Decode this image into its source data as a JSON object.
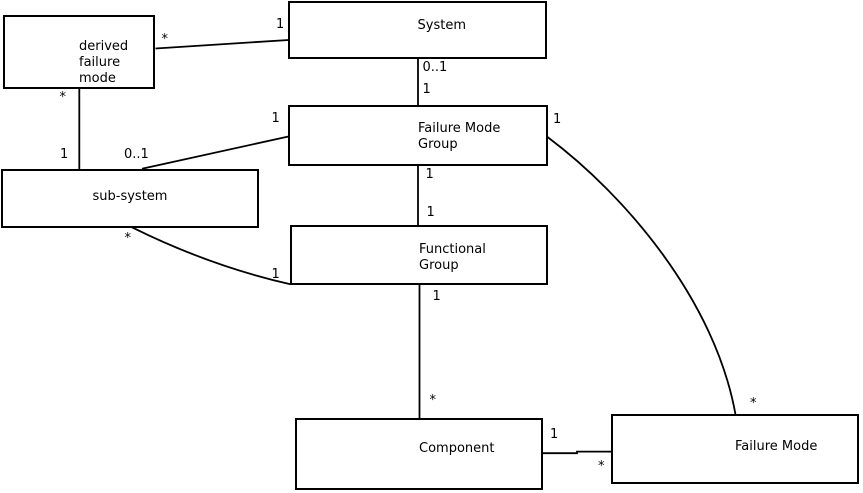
{
  "diagram": {
    "kind": "uml-association-diagram",
    "background_color": "#ffffff",
    "line_color": "#000000",
    "text_color": "#000000"
  },
  "entities": [
    {
      "id": "derived-failure-mode",
      "lines": [
        "derived",
        "failure",
        "mode"
      ]
    },
    {
      "id": "system",
      "lines": [
        "System"
      ]
    },
    {
      "id": "failure-mode-group",
      "lines": [
        "Failure Mode",
        "Group"
      ]
    },
    {
      "id": "sub-system",
      "lines": [
        "sub-system"
      ]
    },
    {
      "id": "functional-group",
      "lines": [
        "Functional",
        "Group"
      ]
    },
    {
      "id": "component",
      "lines": [
        "Component"
      ]
    },
    {
      "id": "failure-mode",
      "lines": [
        "Failure Mode"
      ]
    }
  ],
  "associations": [
    {
      "from": "derived-failure-mode",
      "to": "system",
      "from_multiplicity": "*",
      "to_multiplicity": "1"
    },
    {
      "from": "derived-failure-mode",
      "to": "sub-system",
      "from_multiplicity": "*",
      "to_multiplicity": "1"
    },
    {
      "from": "sub-system",
      "to": "failure-mode-group",
      "from_multiplicity": "0..1",
      "to_multiplicity": "1"
    },
    {
      "from": "system",
      "to": "failure-mode-group",
      "from_multiplicity": "0..1",
      "to_multiplicity": "1"
    },
    {
      "from": "failure-mode-group",
      "to": "functional-group",
      "from_multiplicity": "1",
      "to_multiplicity": "1"
    },
    {
      "from": "sub-system",
      "to": "functional-group",
      "from_multiplicity": "*",
      "to_multiplicity": "1"
    },
    {
      "from": "functional-group",
      "to": "component",
      "from_multiplicity": "1",
      "to_multiplicity": "*"
    },
    {
      "from": "component",
      "to": "failure-mode",
      "from_multiplicity": "1",
      "to_multiplicity": "*"
    },
    {
      "from": "failure-mode-group",
      "to": "failure-mode",
      "from_multiplicity": "1",
      "to_multiplicity": "*"
    }
  ]
}
